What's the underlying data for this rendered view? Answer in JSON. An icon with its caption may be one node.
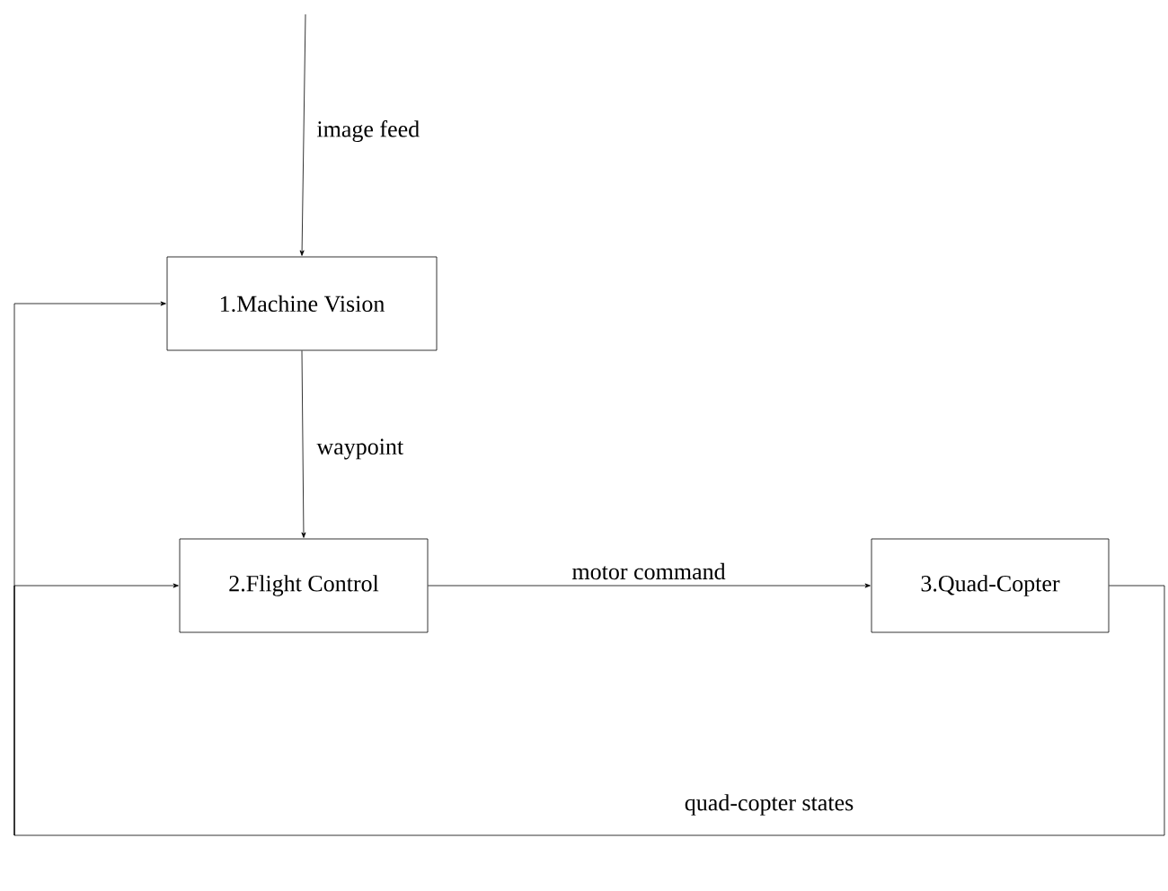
{
  "diagram": {
    "nodes": [
      {
        "text": [
          "1.Machine Vision"
        ]
      },
      {
        "text": [
          "2.Flight Control"
        ]
      },
      {
        "text": [
          "3.Quad-Copter"
        ]
      }
    ],
    "edges": [
      {
        "from": null,
        "to": 0,
        "arrow": "to",
        "label": "image feed"
      },
      {
        "from": 0,
        "to": 1,
        "arrow": "to",
        "label": "waypoint"
      },
      {
        "from": 1,
        "to": 2,
        "arrow": "to",
        "label": "motor command"
      },
      {
        "from": 2,
        "to": 0,
        "arrow": "to",
        "label": "quad-copter states"
      },
      {
        "from": 2,
        "to": 1,
        "arrow": "to"
      }
    ]
  }
}
